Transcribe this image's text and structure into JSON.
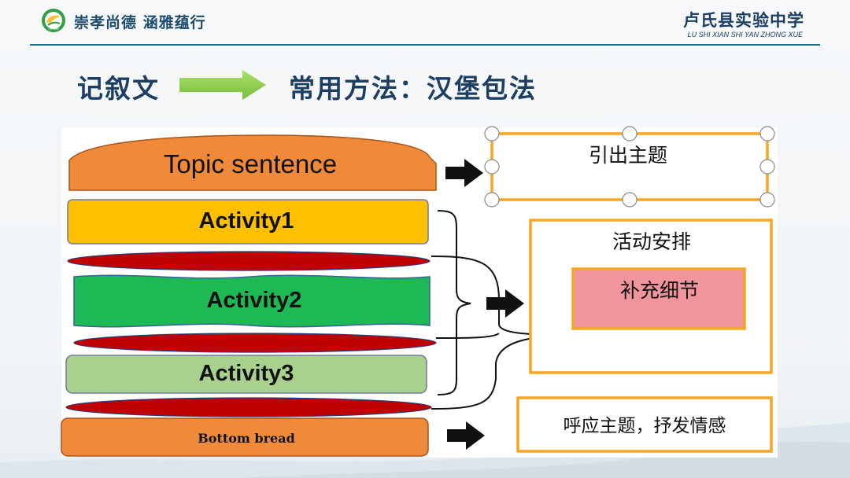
{
  "header": {
    "motto": "崇孝尚德 涵雅蕴行",
    "school_name": "卢氏县实验中学",
    "school_pinyin": "LU SHI XIAN SHI YAN ZHONG XUE",
    "logo_text": "LU SHI"
  },
  "title": {
    "left": "记叙文",
    "right": "常用方法：汉堡包法"
  },
  "burger": {
    "top": "Topic sentence",
    "activity1": "Activity1",
    "activity2": "Activity2",
    "activity3": "Activity3",
    "bottom": "Bottom bread"
  },
  "notes": {
    "intro": "引出主题",
    "activities": "活动安排",
    "details": "补充细节",
    "conclusion": "呼应主题，抒发情感"
  },
  "colors": {
    "header_blue": "#1d3e63",
    "arrow_green": "#8fd04a",
    "bun_orange": "#ee8a3a",
    "activity1_yellow": "#ffc000",
    "activity2_green": "#1db954",
    "activity3_lightgreen": "#a9d18e",
    "filling_red": "#c00000",
    "box_orange": "#f5a623",
    "detail_pink": "#f0959c"
  }
}
